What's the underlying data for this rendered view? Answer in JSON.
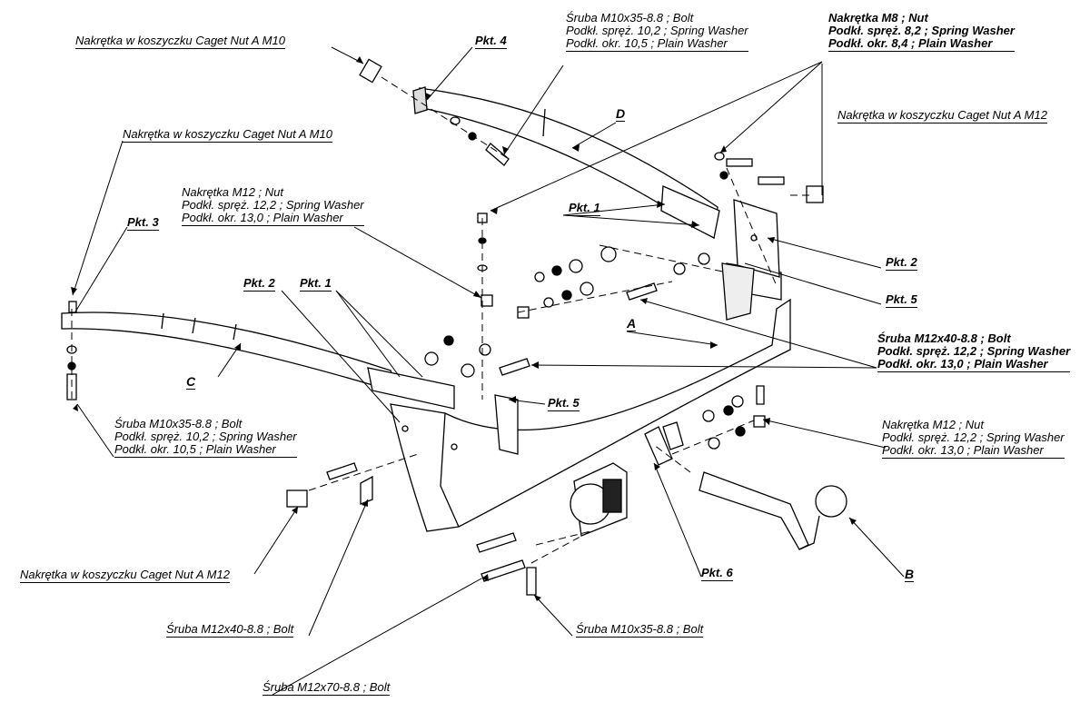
{
  "labels": {
    "caget_m10_top": [
      "Nakrętka w koszyczku Caget Nut A M10"
    ],
    "bolt_top": [
      "Śruba M10x35-8.8 ;  Bolt",
      "Podkł. spręż. 10,2 ; Spring Washer",
      "Podkł. okr. 10,5 ;  Plain Washer"
    ],
    "nut_m8": [
      "Nakrętka  M8 ; Nut",
      "Podkł. spręż. 8,2 ; Spring Washer",
      "Podkł. okr. 8,4 ;  Plain Washer"
    ],
    "caget_m12_right": [
      "Nakrętka w koszyczku Caget Nut A M12"
    ],
    "caget_m10_left": [
      "Nakrętka w koszyczku Caget Nut A M10"
    ],
    "nut_m12_top": [
      "Nakrętka  M12 ; Nut",
      "Podkł. spręż. 12,2 ; Spring Washer",
      "Podkł. okr. 13,0 ;  Plain Washer"
    ],
    "bolt_m12x40_right": [
      "Śruba M12x40-8.8 ;  Bolt",
      "Podkł. spręż. 12,2 ; Spring Washer",
      "Podkł. okr. 13,0 ;  Plain Washer"
    ],
    "nut_m12_right": [
      "Nakrętka  M12 ; Nut",
      "Podkł. spręż. 12,2 ; Spring Washer",
      "Podkł. okr. 13,0 ;  Plain Washer"
    ],
    "bolt_left": [
      "Śruba M10x35-8.8 ;  Bolt",
      "Podkł. spręż. 10,2 ; Spring Washer",
      "Podkł. okr. 10,5 ;  Plain Washer"
    ],
    "caget_m12_left": [
      "Nakrętka w koszyczku Caget Nut A M12"
    ],
    "bolt_m12x40_bottom": [
      "Śruba M12x40-8.8 ;  Bolt"
    ],
    "bolt_m10x35_bottom": [
      "Śruba M10x35-8.8   ;  Bolt"
    ],
    "bolt_m12x70_bottom": [
      "Śruba M12x70-8.8 ;  Bolt"
    ]
  },
  "tags": {
    "pkt4": "Pkt. 4",
    "pkt3": "Pkt. 3",
    "pkt2_left": "Pkt. 2",
    "pkt1_left": "Pkt. 1",
    "pkt1_right": "Pkt. 1",
    "pkt2_right": "Pkt. 2",
    "pkt5_right": "Pkt. 5",
    "pkt5_mid": "Pkt. 5",
    "pkt6": "Pkt. 6",
    "part_a": "A",
    "part_b": "B",
    "part_c": "C",
    "part_d": "D"
  }
}
